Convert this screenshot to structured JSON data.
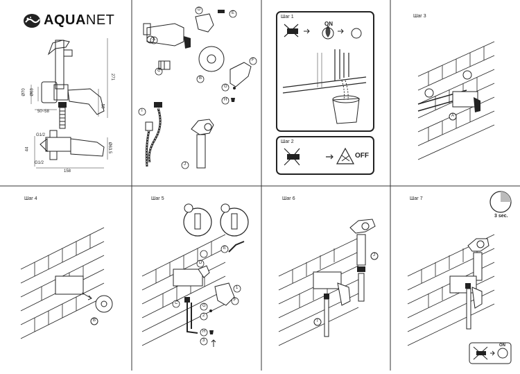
{
  "brand": {
    "name_bold": "AQUA",
    "name_light": "NET"
  },
  "dimensions": {
    "d271": "271",
    "d58": "58",
    "d70": "Ø70",
    "d63": "Ø63",
    "d5058": "50~58",
    "d12a": "G1/2",
    "d12b": "G1/2",
    "d44": "44",
    "d635": "Ø63.5",
    "d158": "158"
  },
  "steps": {
    "s1": "Шаг 1",
    "s2": "Шаг 2",
    "s3": "Шаг 3",
    "s4": "Шаг 4",
    "s5": "Шаг 5",
    "s6": "Шаг 6",
    "s7": "Шаг 7"
  },
  "labels": {
    "on": "ON",
    "off": "OFF",
    "three_sec": "3 sec.",
    "A": "A",
    "B": "B",
    "C": "C",
    "D": "D",
    "E": "E",
    "F": "F",
    "G": "G",
    "H": "H",
    "I": "I",
    "J": "J",
    "one": "1",
    "two": "2",
    "three": "3"
  }
}
